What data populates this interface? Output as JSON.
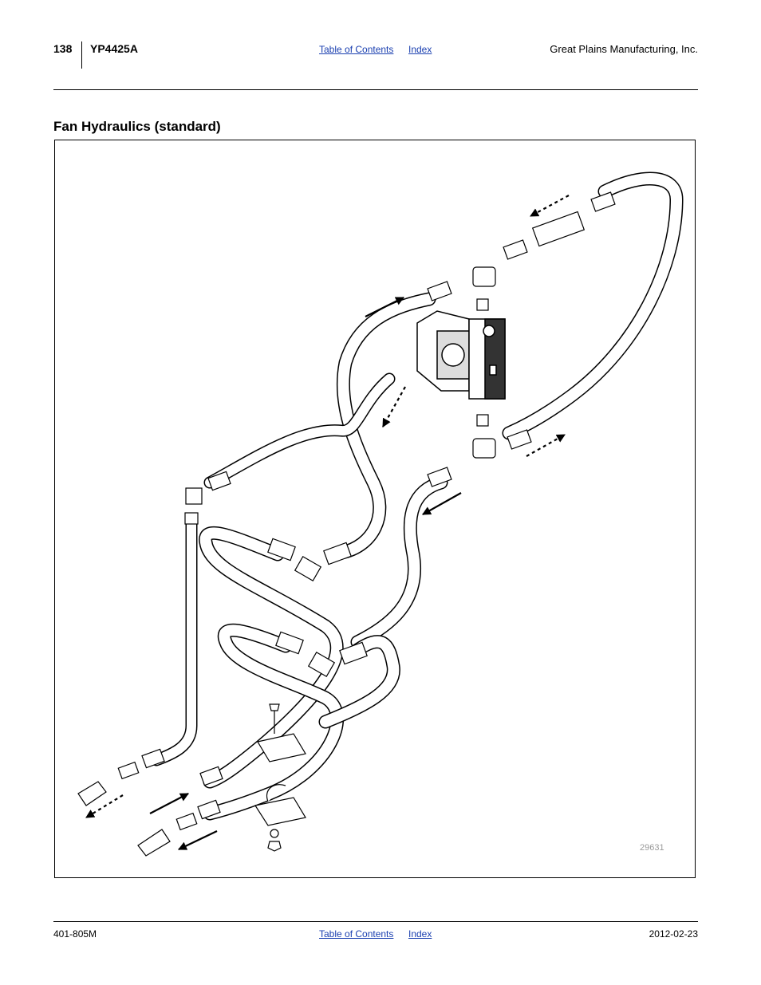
{
  "header": {
    "page_number": "138",
    "model": "YP4425A",
    "nav": {
      "toc": "Table of Contents",
      "index": "Index"
    },
    "company": "Great Plains Manufacturing, Inc."
  },
  "section": {
    "title": "Fan Hydraulics (standard)"
  },
  "figure": {
    "id": "29631"
  },
  "footer": {
    "doc_number": "401-805M",
    "nav": {
      "toc": "Table of Contents",
      "index": "Index"
    },
    "date": "2012-02-23"
  },
  "colors": {
    "link": "#1a3fb0",
    "line": "#000000",
    "figure_label": "#9a9a9a"
  }
}
